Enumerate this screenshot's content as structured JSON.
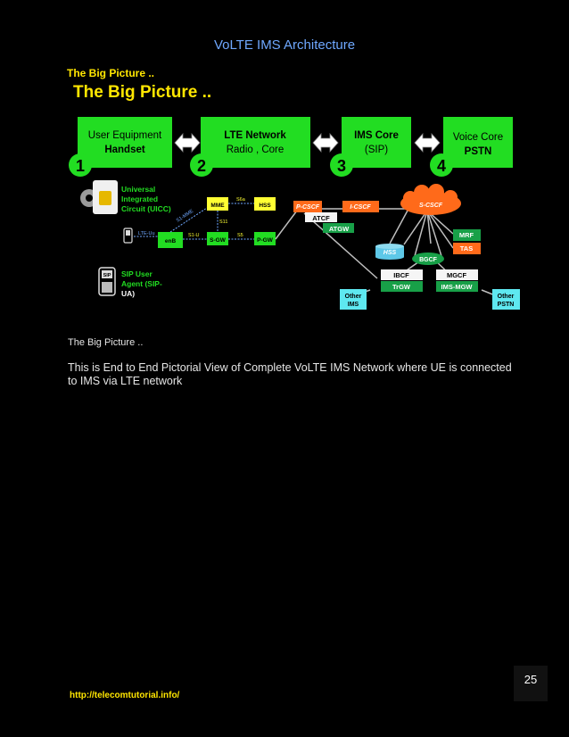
{
  "header": {
    "title": "VoLTE IMS Architecture"
  },
  "section_title": "The Big Picture ..",
  "diagram": {
    "heading": "The Big Picture ..",
    "top_boxes": [
      {
        "num": "1",
        "line1": "User Equipment",
        "line2": "Handset"
      },
      {
        "num": "2",
        "line1": "LTE Network",
        "line2": "Radio , Core"
      },
      {
        "num": "3",
        "line1": "IMS Core",
        "line2": "(SIP)"
      },
      {
        "num": "4",
        "line1": "Voice Core",
        "line2": "PSTN"
      }
    ],
    "uicc": {
      "line1": "Universal",
      "line2": "Integrated",
      "line3": "Circuit (UICC)"
    },
    "sip_ua": {
      "icon": "SIP",
      "line1": "SIP User",
      "line2": "Agent (SIP-",
      "line3": "UA)"
    },
    "lte_nodes": {
      "mme": "MME",
      "hss": "HSS",
      "enb": "enB",
      "sgw": "S-GW",
      "pgw": "P-GW"
    },
    "interfaces": {
      "s6a": "S6a",
      "s1mme": "S1-MME",
      "s11": "S11",
      "s1u": "S1-U",
      "s5": "S5",
      "lteuu": "LTE-Uu"
    },
    "ims_nodes": {
      "pcscf": "P-CSCF",
      "icscf": "I-CSCF",
      "scscf": "S-CSCF",
      "atcf": "ATCF",
      "atgw": "ATGW",
      "hss": "HSS",
      "mrf": "MRF",
      "tas": "TAS",
      "bgcf": "BGCF",
      "ibcf": "IBCF",
      "trgw": "TrGW",
      "mgcf": "MGCF",
      "imsmgw": "IMS-MGW"
    },
    "other_ims": {
      "line1": "Other",
      "line2": "IMS"
    },
    "other_pstn": {
      "line1": "Other",
      "line2": "PSTN"
    }
  },
  "caption": "The Big Picture ..",
  "paragraph": "This is End to End Pictorial View of Complete VoLTE IMS Network where UE is connected to IMS via LTE network",
  "page_number": "25",
  "footer_url": "http://telecomtutorial.info/"
}
